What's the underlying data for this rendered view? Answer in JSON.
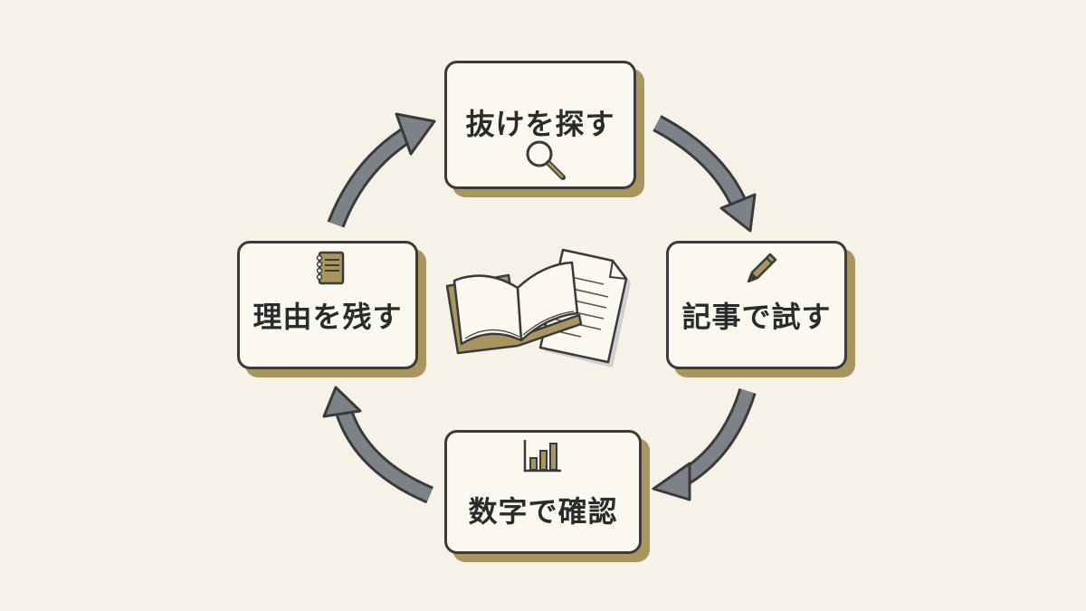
{
  "cycle": {
    "steps": [
      {
        "id": "search",
        "label": "抜けを探す",
        "icon": "magnifier-icon"
      },
      {
        "id": "try",
        "label": "記事で試す",
        "icon": "pencil-icon"
      },
      {
        "id": "check",
        "label": "数字で確認",
        "icon": "bar-chart-icon"
      },
      {
        "id": "record",
        "label": "理由を残す",
        "icon": "notebook-icon"
      }
    ],
    "center_icon": "open-book-and-document-icon"
  },
  "colors": {
    "background": "#f7f2e7",
    "box_fill": "#fbf8f0",
    "box_border": "#3a3a3a",
    "box_shadow": "#a8955f",
    "arrow_fill": "#7d8289",
    "accent_gold": "#a8955f"
  }
}
